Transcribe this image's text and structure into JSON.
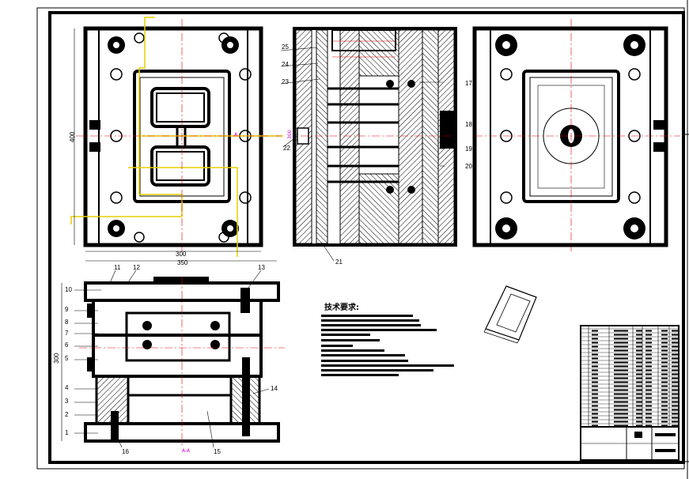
{
  "drawing": {
    "tech_req_title": "技术要求:",
    "dims": {
      "width_inner": "300",
      "width_outer": "350",
      "height_left": "400",
      "height_section": "300",
      "right_dim": "300",
      "bottom_mark": "A-A",
      "side_mark_right": "A",
      "side_mark_left": "A"
    },
    "section_labels": {
      "l1": "1",
      "l2": "2",
      "l3": "3",
      "l4": "4",
      "l5": "5",
      "l6": "6",
      "l7": "7",
      "l8": "8",
      "l9": "9",
      "l10": "10",
      "l11": "11",
      "l12": "12",
      "l13": "13",
      "l14": "14",
      "l15": "15",
      "l16": "16"
    },
    "center_labels": {
      "l17": "17",
      "l18": "18",
      "l19": "19",
      "l20": "20",
      "l21": "21",
      "l22": "22",
      "l23": "23",
      "l24": "24",
      "l25": "25"
    },
    "colors": {
      "line": "#000000",
      "center": "#e00000",
      "cool": "#e6d000",
      "mark": "#c000c0"
    }
  }
}
